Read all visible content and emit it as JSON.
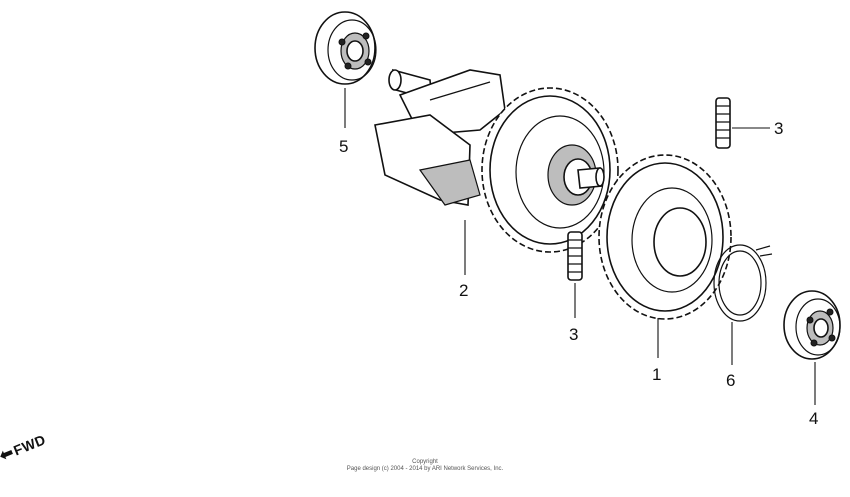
{
  "callouts": {
    "part1": "1",
    "part2": "2",
    "part3_upper": "3",
    "part3_lower": "3",
    "part4": "4",
    "part5": "5",
    "part6": "6"
  },
  "direction_label": "FWD",
  "copyright": {
    "line1": "Copyright",
    "line2": "Page design (c) 2004 - 2014 by ARI Network Services, Inc."
  }
}
